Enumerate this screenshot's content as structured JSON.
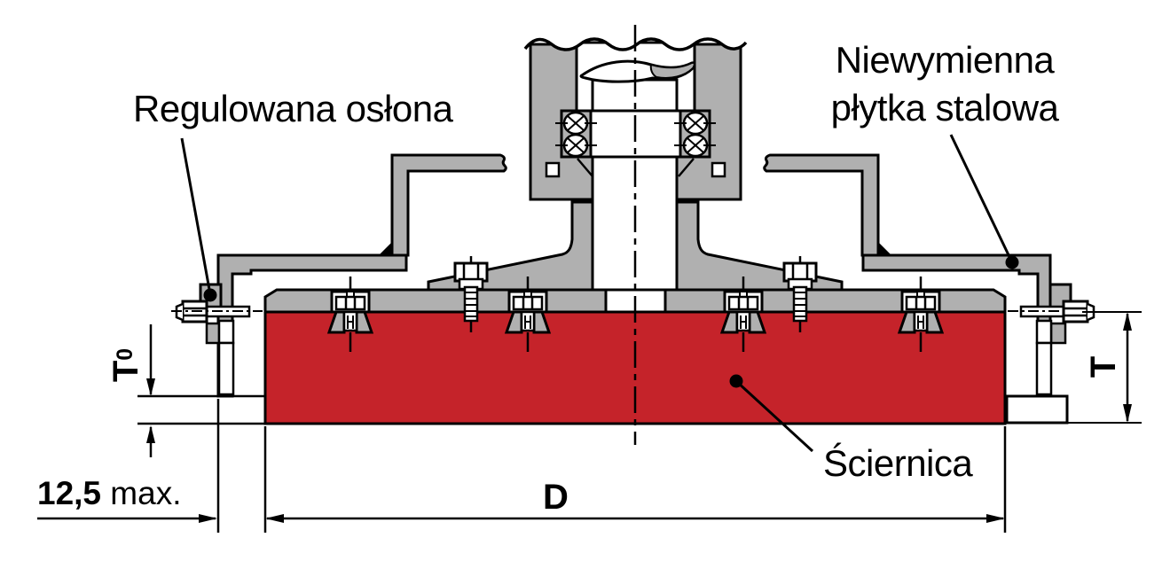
{
  "diagram": {
    "title_context": "grinding wheel mounting cross-section",
    "labels": {
      "adjustable_guard": "Regulowana osłona",
      "steel_plate_line1": "Niewymienna",
      "steel_plate_line2": "płytka stalowa",
      "grinding_wheel": "Ściernica",
      "dim_diameter": "D",
      "dim_thickness": "T",
      "dim_exposure_main": "T",
      "dim_exposure_sub": "0",
      "dim_gap_value": "12,5",
      "dim_gap_suffix": " max."
    },
    "colors": {
      "wheel_red": "#C5232A",
      "part_gray": "#B0B0B0",
      "line_black": "#000000"
    }
  }
}
